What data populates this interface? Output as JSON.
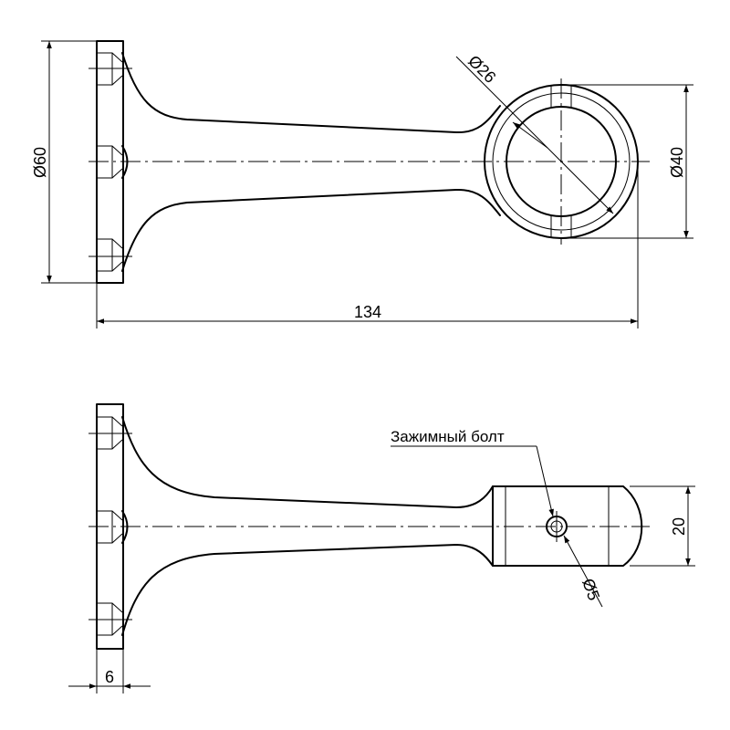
{
  "top_view": {
    "dim_base_diameter": "Ø60",
    "dim_ring_outer": "Ø40",
    "dim_ring_inner": "Ø26",
    "dim_total_length": "134"
  },
  "side_view": {
    "callout_bolt": "Зажимный болт",
    "dim_bolt_hole": "Ø5",
    "dim_clamp_height": "20",
    "dim_base_thickness": "6"
  }
}
